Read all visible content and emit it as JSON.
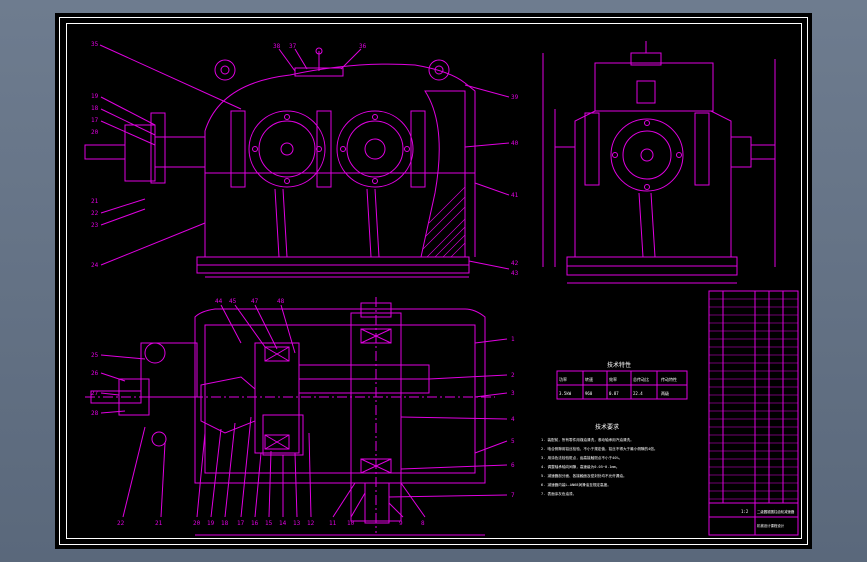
{
  "drawing": {
    "colors": {
      "background": "#000000",
      "primary": "#e000e0",
      "frame": "#ffffff",
      "text": "#ffffff",
      "window_bg": "#6e7c8f"
    },
    "front_view": {
      "callouts_left": [
        "35",
        "19",
        "18",
        "17",
        "20",
        "21",
        "22",
        "23",
        "24"
      ],
      "callouts_top": [
        "38",
        "37",
        "36"
      ],
      "callouts_right": [
        "39",
        "40",
        "41",
        "42",
        "43"
      ]
    },
    "top_view": {
      "callouts_top": [
        "44",
        "45",
        "47",
        "48"
      ],
      "callouts_left": [
        "25",
        "26",
        "27",
        "28"
      ],
      "callouts_right": [
        "1",
        "2",
        "3",
        "4",
        "5",
        "6",
        "7"
      ],
      "callouts_bottom": [
        "22",
        "21",
        "20",
        "19",
        "18",
        "17",
        "16",
        "15",
        "14",
        "13",
        "12",
        "11",
        "10",
        "9",
        "8"
      ]
    },
    "notes": {
      "title": "技术要求",
      "lines": [
        "1. 装配前，所有零件用煤油清洗，滚动轴承用汽油清洗。",
        "2. 啮合侧隙用铅丝检验，不小于规定值，铅丝不得大于最小侧隙的4倍。",
        "3. 用涂色法检验斑点，齿高接触斑点不小于40%。",
        "4. 调整轴承轴向间隙，高速级为0.05~0.1mm。",
        "5. 减速器剖分面、各接触面及密封处均不允许漏油。",
        "6. 减速器内装L-AN68润滑油至规定高度。",
        "7. 表面涂灰色油漆。"
      ]
    },
    "spec_table": {
      "title": "技术特性",
      "headers": [
        "功率",
        "转速",
        "效率",
        "总传动比",
        "传动特性"
      ],
      "values": [
        "3.5kW",
        "960",
        "0.87",
        "22.4",
        "两级"
      ]
    },
    "title_block": {
      "drawing_title": "二级圆锥圆柱齿轮减速器",
      "scale": "1:2",
      "school": "机械设计课程设计"
    }
  }
}
